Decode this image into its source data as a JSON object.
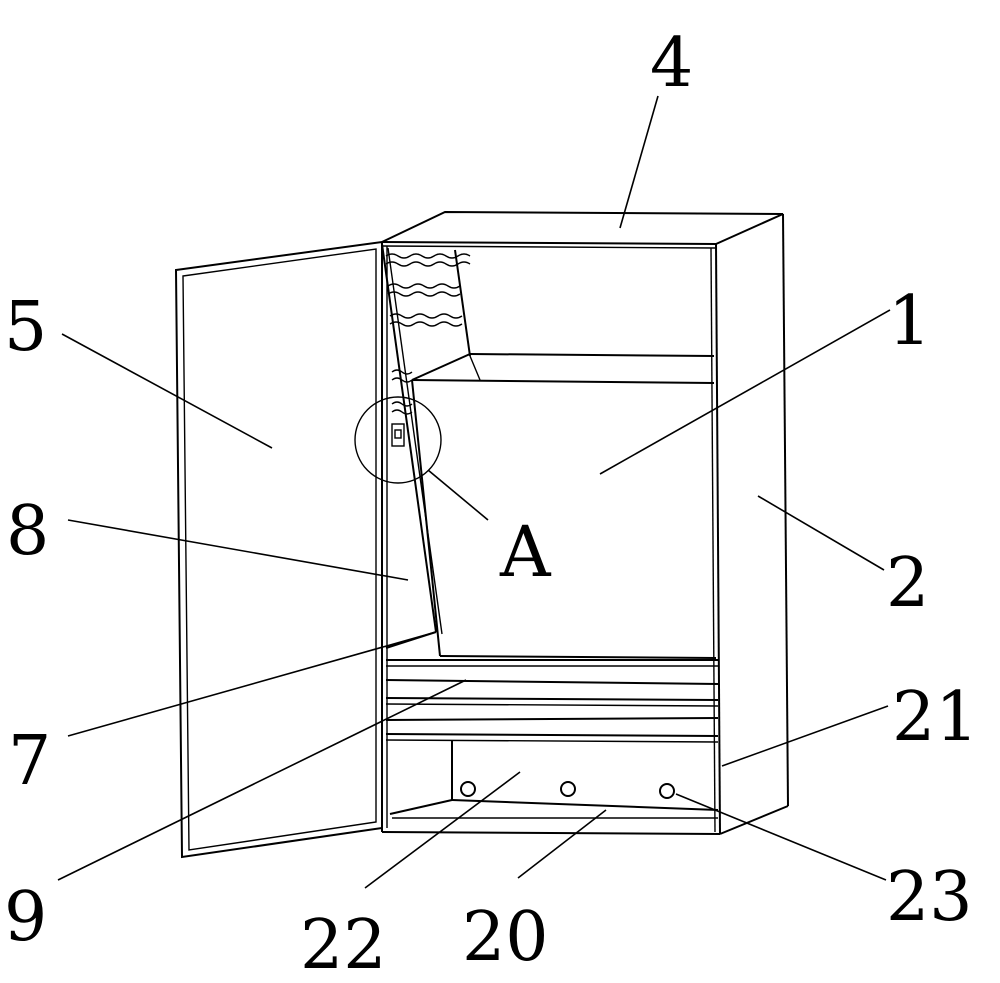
{
  "labels": {
    "l4": "4",
    "l5": "5",
    "l1": "1",
    "l8": "8",
    "lA": "A",
    "l2": "2",
    "l21": "21",
    "l7": "7",
    "l9": "9",
    "l23": "23",
    "l22": "22",
    "l20": "20"
  }
}
